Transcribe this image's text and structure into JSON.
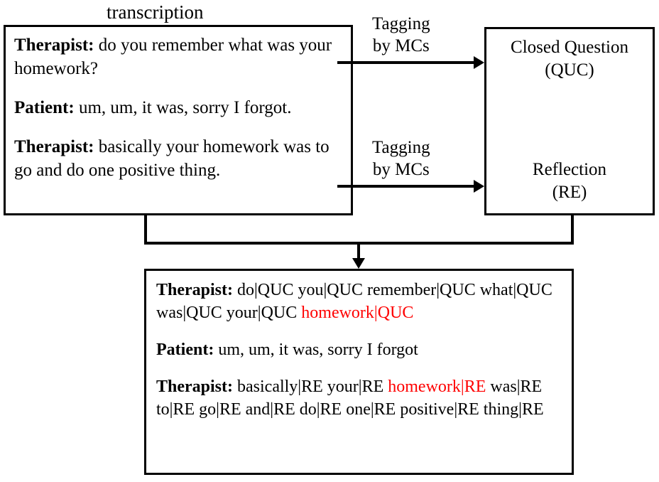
{
  "diagram": {
    "transcription": {
      "caption": "transcription",
      "utterances": [
        {
          "speaker": "Therapist:",
          "text": " do you remember what was your homework?"
        },
        {
          "speaker": "Patient:",
          "text": " um, um, it was, sorry I forgot."
        },
        {
          "speaker": "Therapist:",
          "text": " basically your homework was to go and do one positive thing."
        }
      ]
    },
    "edges": [
      {
        "label_line1": "Tagging",
        "label_line2": "by MCs"
      },
      {
        "label_line1": "Tagging",
        "label_line2": "by MCs"
      }
    ],
    "categories": [
      {
        "name": "Closed Question",
        "code": "(QUC)"
      },
      {
        "name": "Reflection",
        "code": "(RE)"
      }
    ],
    "tagged_output": {
      "utterances": [
        {
          "speaker": "Therapist:",
          "pre": " do|QUC you|QUC remember|QUC what|QUC  was|QUC your|QUC ",
          "highlight": "homework|QUC",
          "post": ""
        },
        {
          "speaker": "Patient:",
          "pre": " um, um, it was, sorry I forgot",
          "highlight": "",
          "post": ""
        },
        {
          "speaker": "Therapist:",
          "pre": " basically|RE your|RE ",
          "highlight": "homework|RE",
          "post": " was|RE to|RE go|RE and|RE do|RE one|RE positive|RE thing|RE"
        }
      ]
    },
    "colors": {
      "highlight": "#ff0000",
      "line": "#000000",
      "background": "#ffffff"
    }
  }
}
